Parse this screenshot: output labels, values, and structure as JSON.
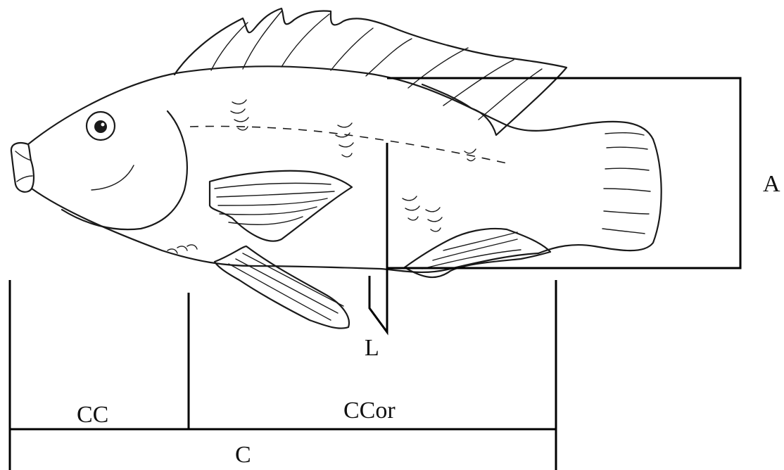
{
  "labels": {
    "A": "A",
    "L": "L",
    "CC": "CC",
    "CCor": "CCor",
    "C": "C"
  },
  "colors": {
    "ink": "#111111",
    "background": "#ffffff"
  }
}
